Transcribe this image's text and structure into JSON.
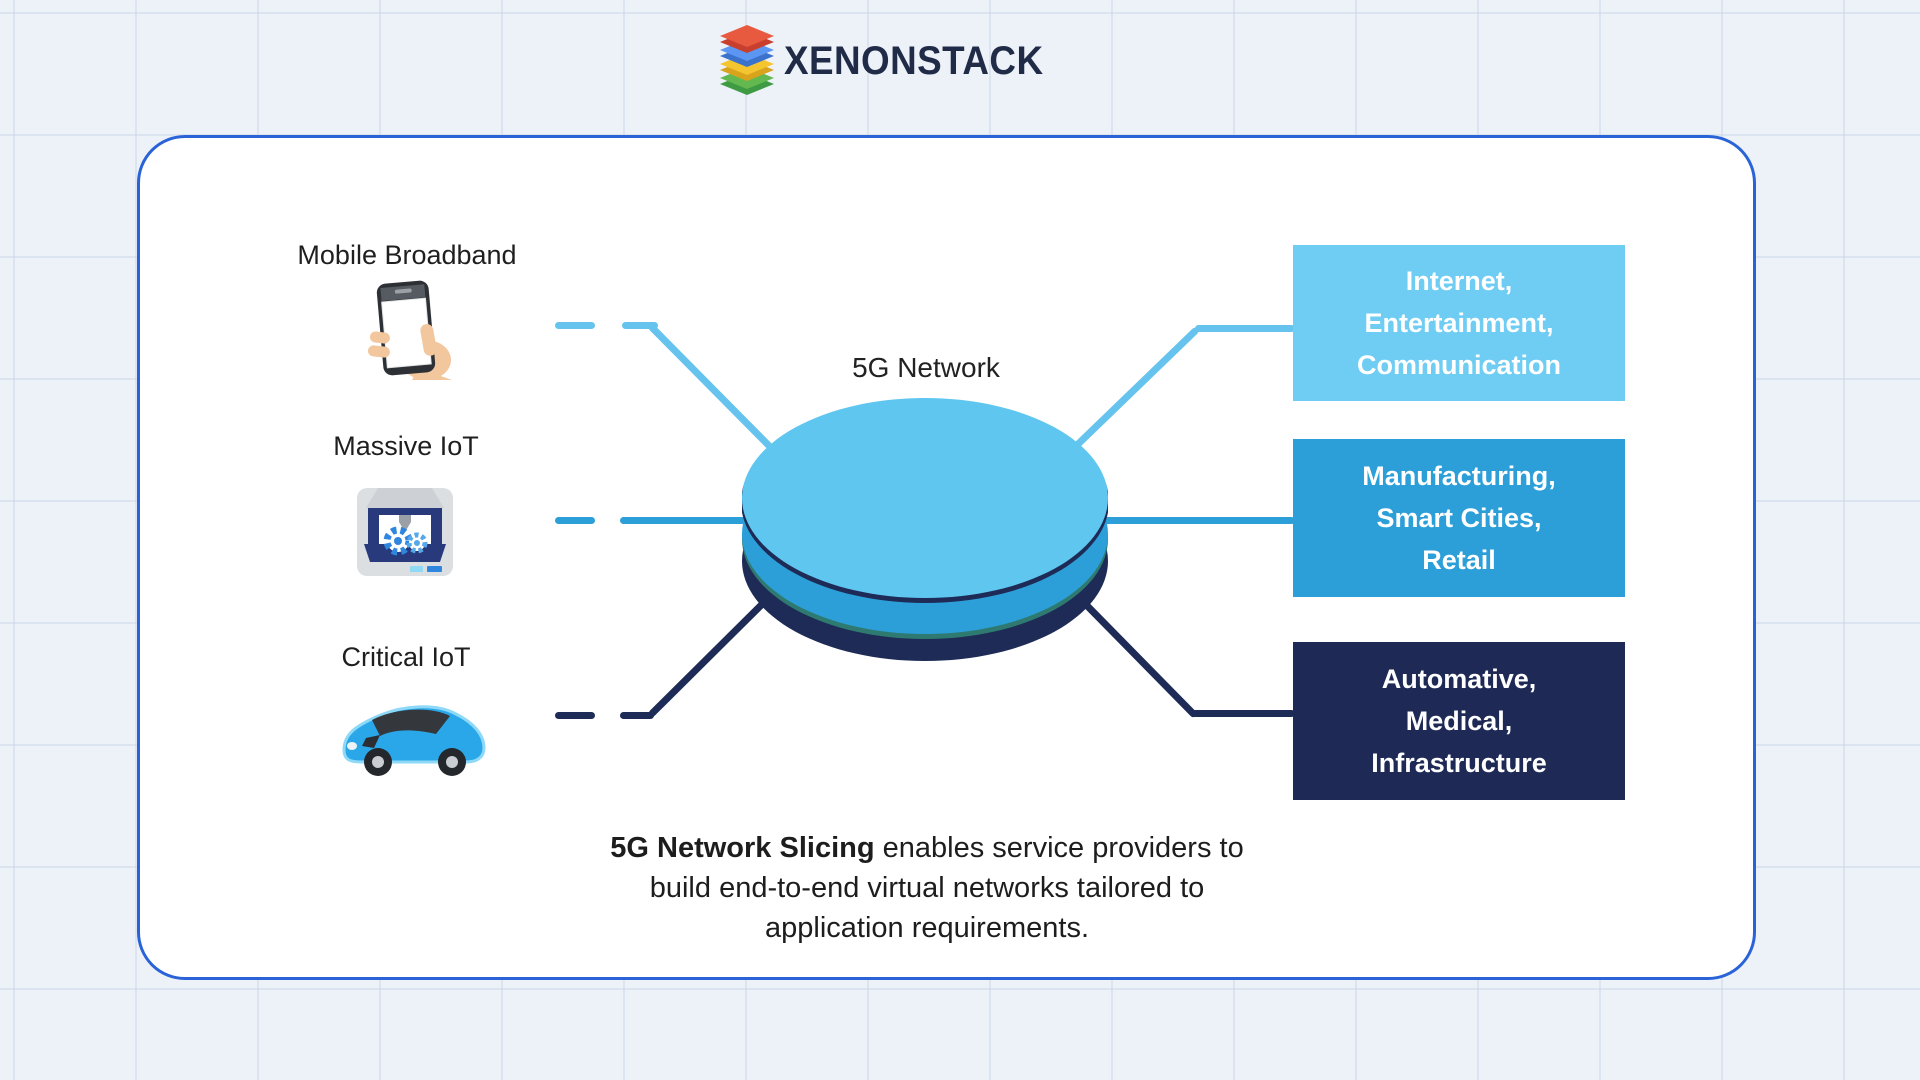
{
  "brand": {
    "name": "XENONSTACK"
  },
  "diagram": {
    "sources": [
      {
        "label": "Mobile Broadband",
        "icon": "smartphone-in-hand-icon"
      },
      {
        "label": "Massive IoT",
        "icon": "3d-printer-icon"
      },
      {
        "label": "Critical IoT",
        "icon": "car-icon"
      }
    ],
    "hub": {
      "label": "5G Network"
    },
    "targets": [
      {
        "lines": [
          "Internet,",
          "Entertainment,",
          "Communication"
        ],
        "color": "#6fccf2"
      },
      {
        "lines": [
          "Manufacturing,",
          "Smart Cities,",
          "Retail"
        ],
        "color": "#2c9fd9"
      },
      {
        "lines": [
          "Automative,",
          "Medical,",
          "Infrastructure"
        ],
        "color": "#1e2a55"
      }
    ],
    "caption": {
      "lead_bold": "5G Network Slicing",
      "lead_rest": " enables service providers to",
      "line2": "build end-to-end virtual networks tailored to",
      "line3": "application requirements."
    },
    "palette": {
      "slice_top_light_blue": "#5fc6f0",
      "slice_middle_blue": "#2c9fd9",
      "slice_bottom_navy": "#1d2b56",
      "slice_teal_rim": "#2f7a70",
      "card_border_blue": "#2a63d8",
      "background": "#edf1f8"
    }
  }
}
